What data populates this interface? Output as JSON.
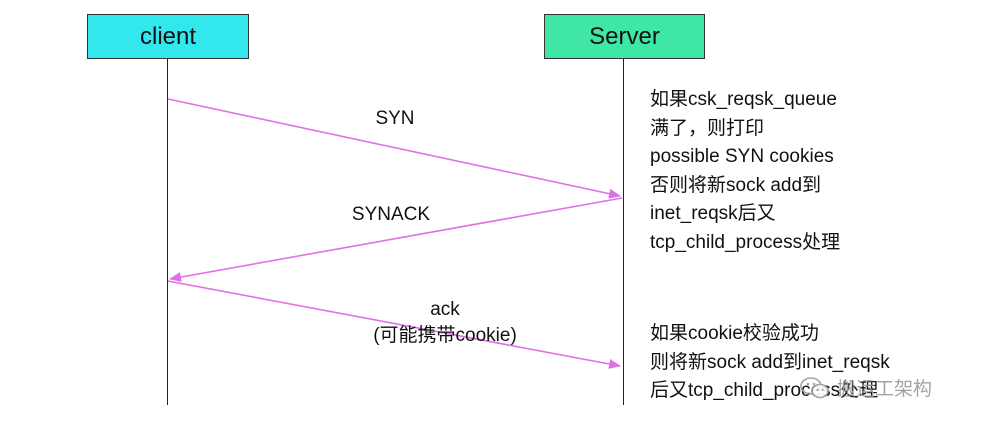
{
  "participants": {
    "client": {
      "label": "client",
      "color": "#33e8ec"
    },
    "server": {
      "label": "Server",
      "color": "#3fe6a4"
    }
  },
  "messages": [
    {
      "label_lines": [
        "SYN"
      ],
      "from": "client",
      "to": "server"
    },
    {
      "label_lines": [
        "SYNACK"
      ],
      "from": "server",
      "to": "client"
    },
    {
      "label_lines": [
        "ack",
        "(可能携带cookie)"
      ],
      "from": "client",
      "to": "server"
    }
  ],
  "notes": {
    "top": [
      "如果csk_reqsk_queue",
      "满了，则打印",
      "possible SYN cookies",
      "否则将新sock add到",
      "inet_reqsk后又",
      "tcp_child_process处理"
    ],
    "bottom": [
      "如果cookie校验成功",
      "则将新sock add到inet_reqsk",
      "后又tcp_child_process处理"
    ]
  },
  "watermark": {
    "text": "搬运工架构",
    "icon": "wechat-icon"
  },
  "colors": {
    "arrow": "#e070e8",
    "lifeline": "#222222",
    "border": "#333333"
  }
}
